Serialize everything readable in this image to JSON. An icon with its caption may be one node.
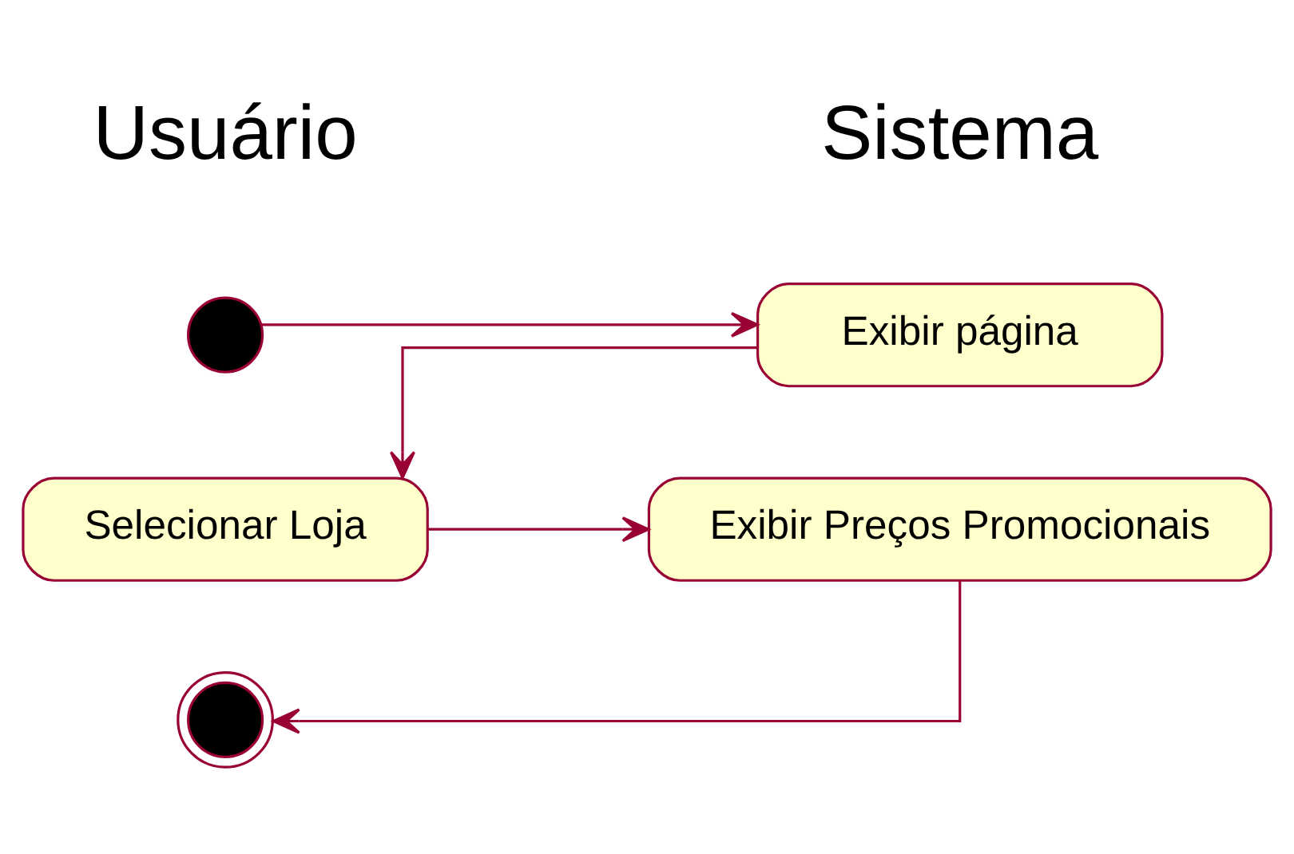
{
  "diagram": {
    "nodes": [
      {
        "text": [],
        "shape": "circle"
      },
      {
        "text": [
          "Exibir página"
        ]
      },
      {
        "text": [
          "Selecionar Loja"
        ]
      },
      {
        "text": [
          "Exibir Preços Promocionais"
        ]
      },
      {
        "text": [],
        "shape": "circle"
      }
    ],
    "edges": [
      {
        "from": 0,
        "to": 1,
        "arrow": "to"
      },
      {
        "from": 1,
        "to": 2,
        "arrow": "to"
      },
      {
        "from": 2,
        "to": 3,
        "arrow": "to"
      },
      {
        "from": 3,
        "to": 4,
        "arrow": "to"
      }
    ],
    "labels": [
      "Usuário",
      "Sistema"
    ]
  }
}
